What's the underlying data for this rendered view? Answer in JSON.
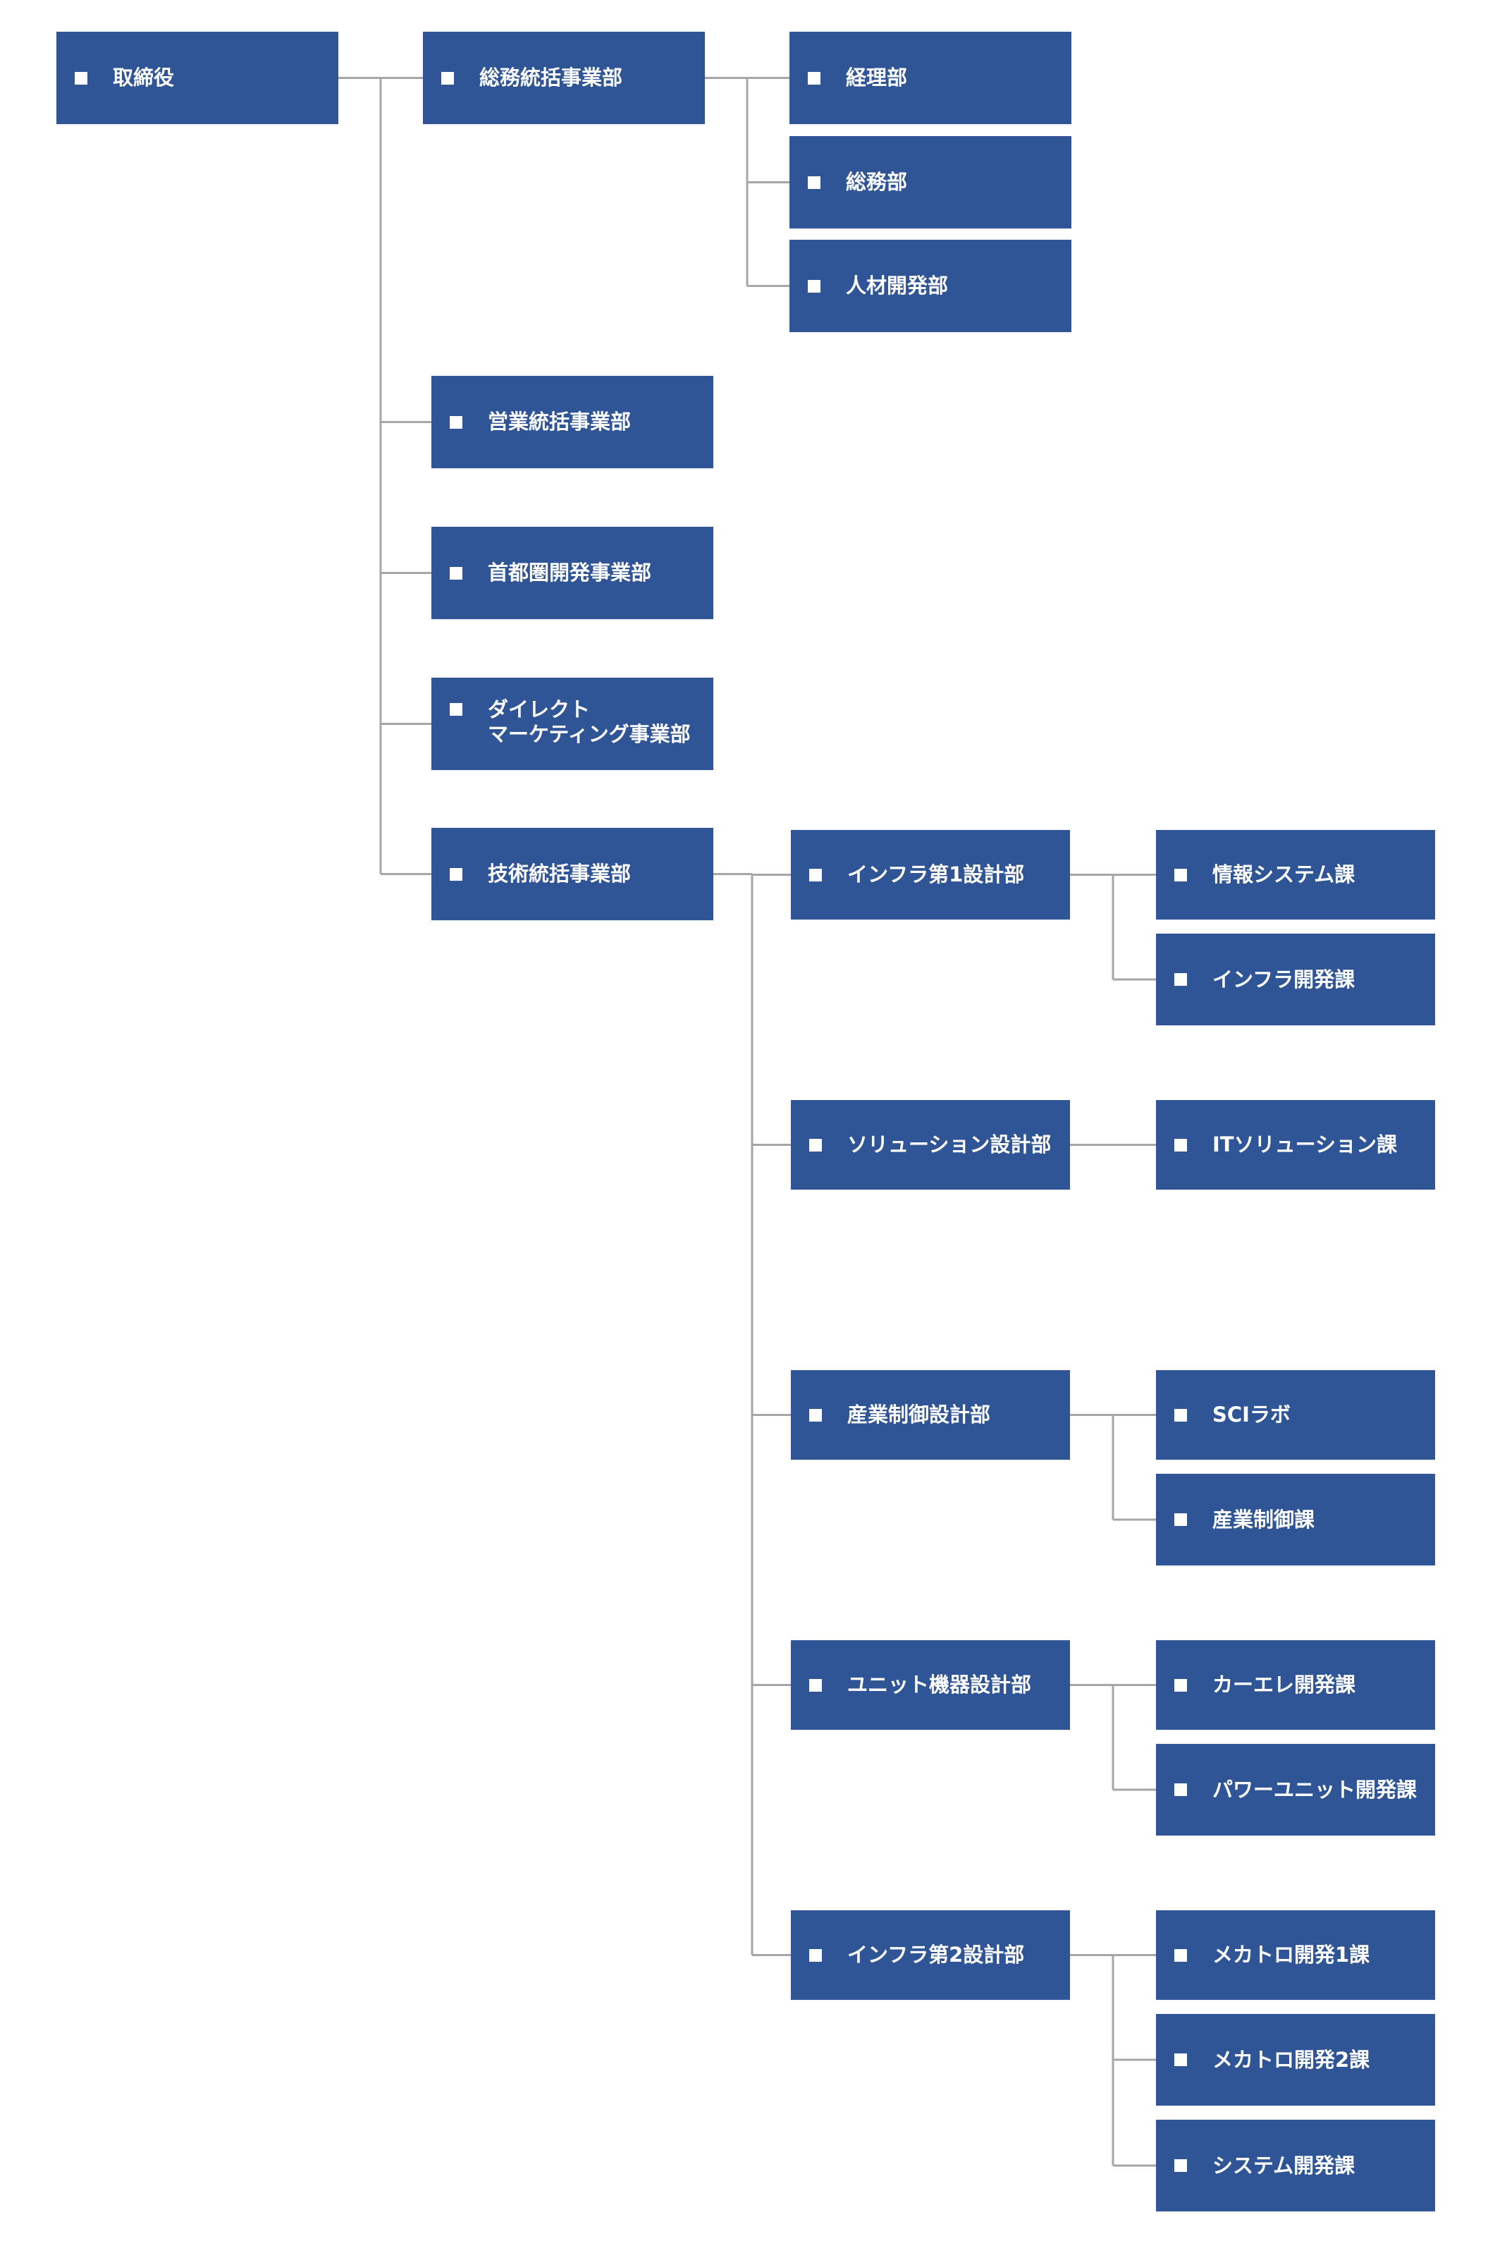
{
  "nodes": {
    "board": {
      "label": "取締役"
    },
    "general_affairs_hq": {
      "label": "総務統括事業部"
    },
    "accounting": {
      "label": "経理部"
    },
    "general_affairs": {
      "label": "総務部"
    },
    "hr_development": {
      "label": "人材開発部"
    },
    "sales_hq": {
      "label": "営業統括事業部"
    },
    "metro_dev_hq": {
      "label": "首都圏開発事業部"
    },
    "direct_marketing_hq": {
      "label": "ダイレクト\nマーケティング事業部"
    },
    "tech_hq": {
      "label": "技術統括事業部"
    },
    "infra_design_1": {
      "label": "インフラ第1設計部"
    },
    "info_system_section": {
      "label": "情報システム課"
    },
    "infra_dev_section": {
      "label": "インフラ開発課"
    },
    "solution_design": {
      "label": "ソリューション設計部"
    },
    "it_solution_section": {
      "label": "ITソリューション課"
    },
    "industrial_control_design": {
      "label": "産業制御設計部"
    },
    "sci_lab": {
      "label": "SCIラボ"
    },
    "industrial_control_section": {
      "label": "産業制御課"
    },
    "unit_equipment_design": {
      "label": "ユニット機器設計部"
    },
    "car_electronics_section": {
      "label": "カーエレ開発課"
    },
    "power_unit_section": {
      "label": "パワーユニット開発課"
    },
    "infra_design_2": {
      "label": "インフラ第2設計部"
    },
    "mechatronics_1_section": {
      "label": "メカトロ開発1課"
    },
    "mechatronics_2_section": {
      "label": "メカトロ開発2課"
    },
    "system_dev_section": {
      "label": "システム開発課"
    }
  },
  "edges": [
    [
      "board",
      "general_affairs_hq"
    ],
    [
      "board",
      "sales_hq"
    ],
    [
      "board",
      "metro_dev_hq"
    ],
    [
      "board",
      "direct_marketing_hq"
    ],
    [
      "board",
      "tech_hq"
    ],
    [
      "general_affairs_hq",
      "accounting"
    ],
    [
      "general_affairs_hq",
      "general_affairs"
    ],
    [
      "general_affairs_hq",
      "hr_development"
    ],
    [
      "tech_hq",
      "infra_design_1"
    ],
    [
      "tech_hq",
      "solution_design"
    ],
    [
      "tech_hq",
      "industrial_control_design"
    ],
    [
      "tech_hq",
      "unit_equipment_design"
    ],
    [
      "tech_hq",
      "infra_design_2"
    ],
    [
      "infra_design_1",
      "info_system_section"
    ],
    [
      "infra_design_1",
      "infra_dev_section"
    ],
    [
      "solution_design",
      "it_solution_section"
    ],
    [
      "industrial_control_design",
      "sci_lab"
    ],
    [
      "industrial_control_design",
      "industrial_control_section"
    ],
    [
      "unit_equipment_design",
      "car_electronics_section"
    ],
    [
      "unit_equipment_design",
      "power_unit_section"
    ],
    [
      "infra_design_2",
      "mechatronics_1_section"
    ],
    [
      "infra_design_2",
      "mechatronics_2_section"
    ],
    [
      "infra_design_2",
      "system_dev_section"
    ]
  ],
  "colors": {
    "node_fill": "#2f5597",
    "node_text": "#ffffff",
    "connector": "#a6a6a6",
    "background": "#ffffff"
  }
}
